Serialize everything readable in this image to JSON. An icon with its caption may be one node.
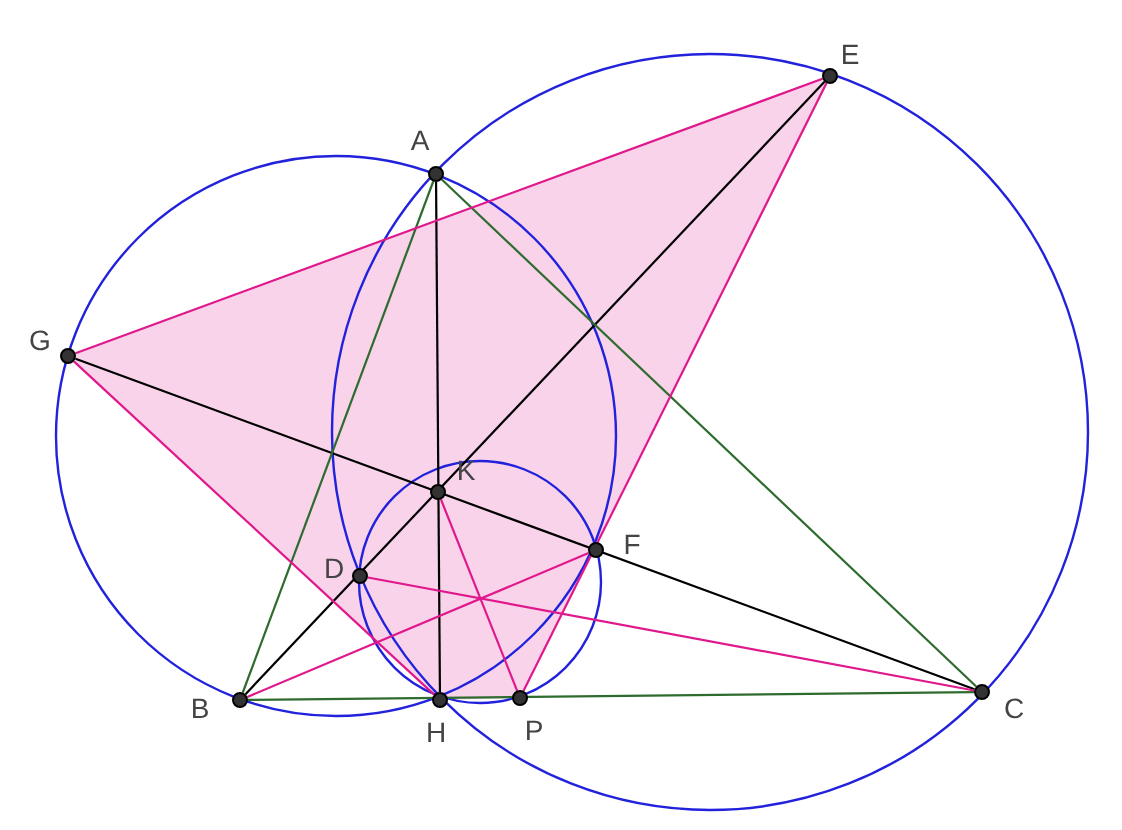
{
  "diagram": {
    "nodes": [
      {
        "text": [
          "A"
        ]
      },
      {
        "text": [
          "E"
        ]
      },
      {
        "text": [
          "G"
        ]
      },
      {
        "text": [
          "K"
        ]
      },
      {
        "text": [
          "F"
        ]
      },
      {
        "text": [
          "D"
        ]
      },
      {
        "text": [
          "B"
        ]
      },
      {
        "text": [
          "H"
        ]
      },
      {
        "text": [
          "P"
        ]
      },
      {
        "text": [
          "C"
        ]
      }
    ],
    "edges": [
      {
        "from": 0,
        "to": 7,
        "arrow": "none",
        "color": "#000000"
      },
      {
        "from": 2,
        "to": 9,
        "arrow": "none",
        "color": "#000000"
      },
      {
        "from": 6,
        "to": 1,
        "arrow": "none",
        "color": "#000000"
      },
      {
        "from": 0,
        "to": 6,
        "arrow": "none",
        "color": "#2e6b2e"
      },
      {
        "from": 0,
        "to": 9,
        "arrow": "none",
        "color": "#2e6b2e"
      },
      {
        "from": 6,
        "to": 9,
        "arrow": "none",
        "color": "#2e6b2e"
      },
      {
        "from": 2,
        "to": 1,
        "arrow": "none",
        "color": "#e0188c"
      },
      {
        "from": 1,
        "to": 8,
        "arrow": "none",
        "color": "#e0188c"
      },
      {
        "from": 2,
        "to": 7,
        "arrow": "none",
        "color": "#e0188c"
      },
      {
        "from": 6,
        "to": 4,
        "arrow": "none",
        "color": "#e0188c"
      },
      {
        "from": 5,
        "to": 9,
        "arrow": "none",
        "color": "#e0188c"
      },
      {
        "from": 3,
        "to": 8,
        "arrow": "none",
        "color": "#e0188c"
      }
    ]
  }
}
